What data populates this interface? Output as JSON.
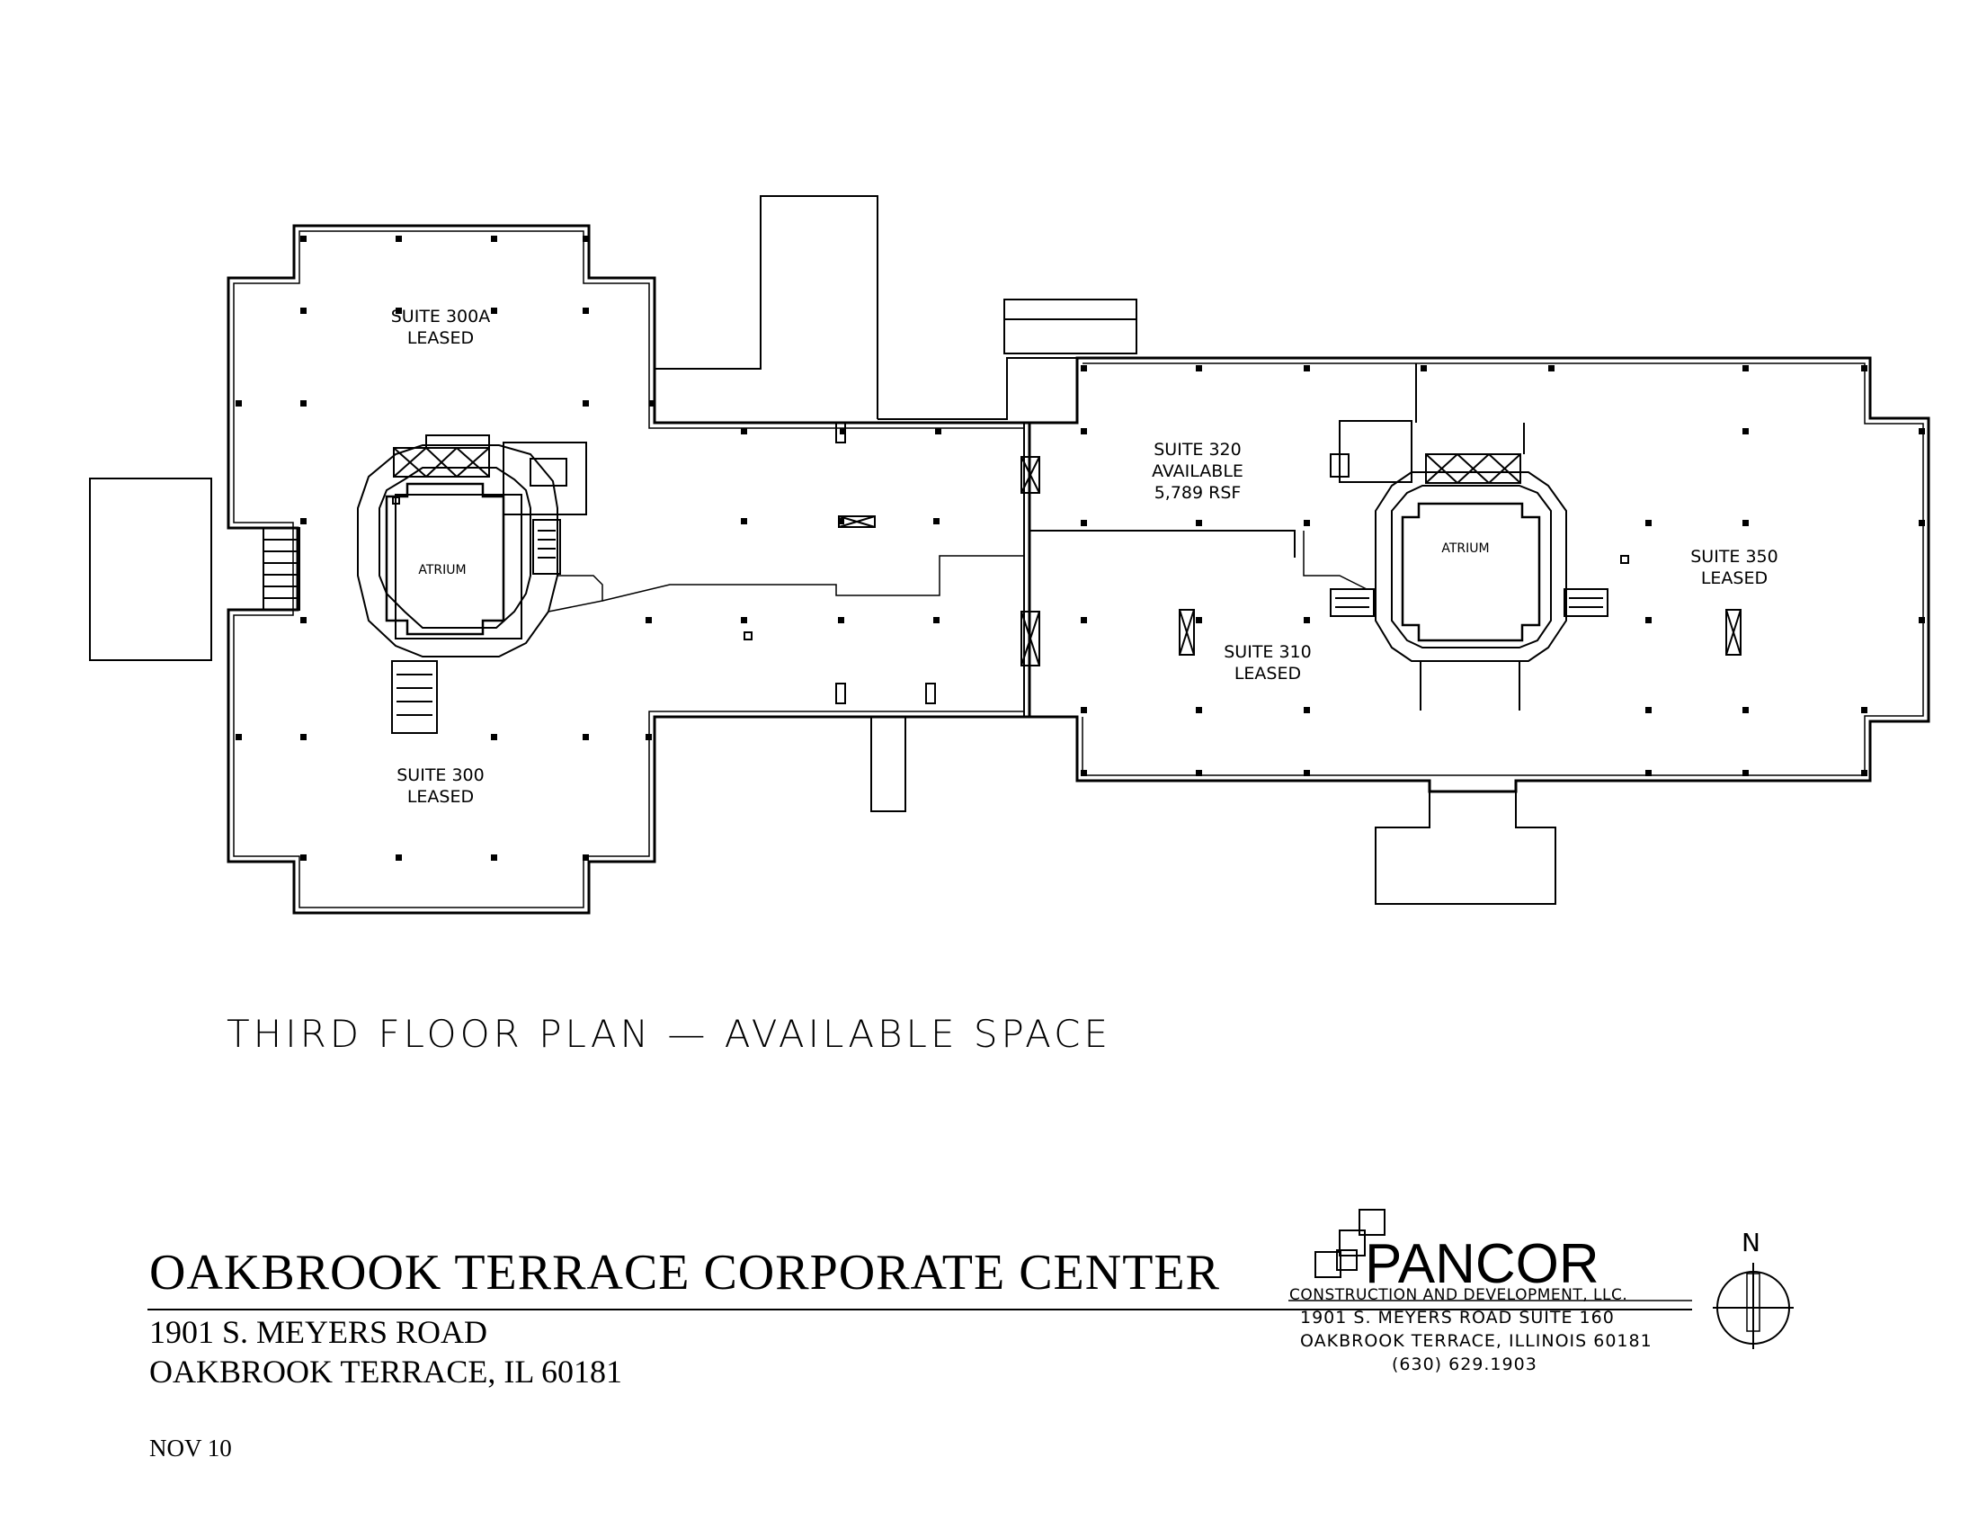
{
  "plan": {
    "title": "THIRD FLOOR PLAN — AVAILABLE SPACE",
    "suites": [
      {
        "name": "SUITE 300A",
        "status": "LEASED",
        "area": ""
      },
      {
        "name": "SUITE 300",
        "status": "LEASED",
        "area": ""
      },
      {
        "name": "SUITE 320",
        "status": "AVAILABLE",
        "area": "5,789 RSF"
      },
      {
        "name": "SUITE 310",
        "status": "LEASED",
        "area": ""
      },
      {
        "name": "SUITE 350",
        "status": "LEASED",
        "area": ""
      }
    ],
    "atrium_label": "ATRIUM"
  },
  "title_block": {
    "project_name": "OAKBROOK TERRACE CORPORATE CENTER",
    "address_line1": "1901 S. MEYERS ROAD",
    "address_line2": "OAKBROOK TERRACE, IL 60181",
    "date": "NOV 10"
  },
  "company": {
    "name": "PANCOR",
    "subtitle": "CONSTRUCTION AND DEVELOPMENT, LLC.",
    "address_line1": "1901 S. MEYERS ROAD  SUITE 160",
    "address_line2": "OAKBROOK TERRACE, ILLINOIS 60181",
    "phone": "(630) 629.1903",
    "logo_icon": "stacked-squares-logo"
  },
  "north_arrow": {
    "label": "N",
    "icon": "north-arrow-icon"
  }
}
